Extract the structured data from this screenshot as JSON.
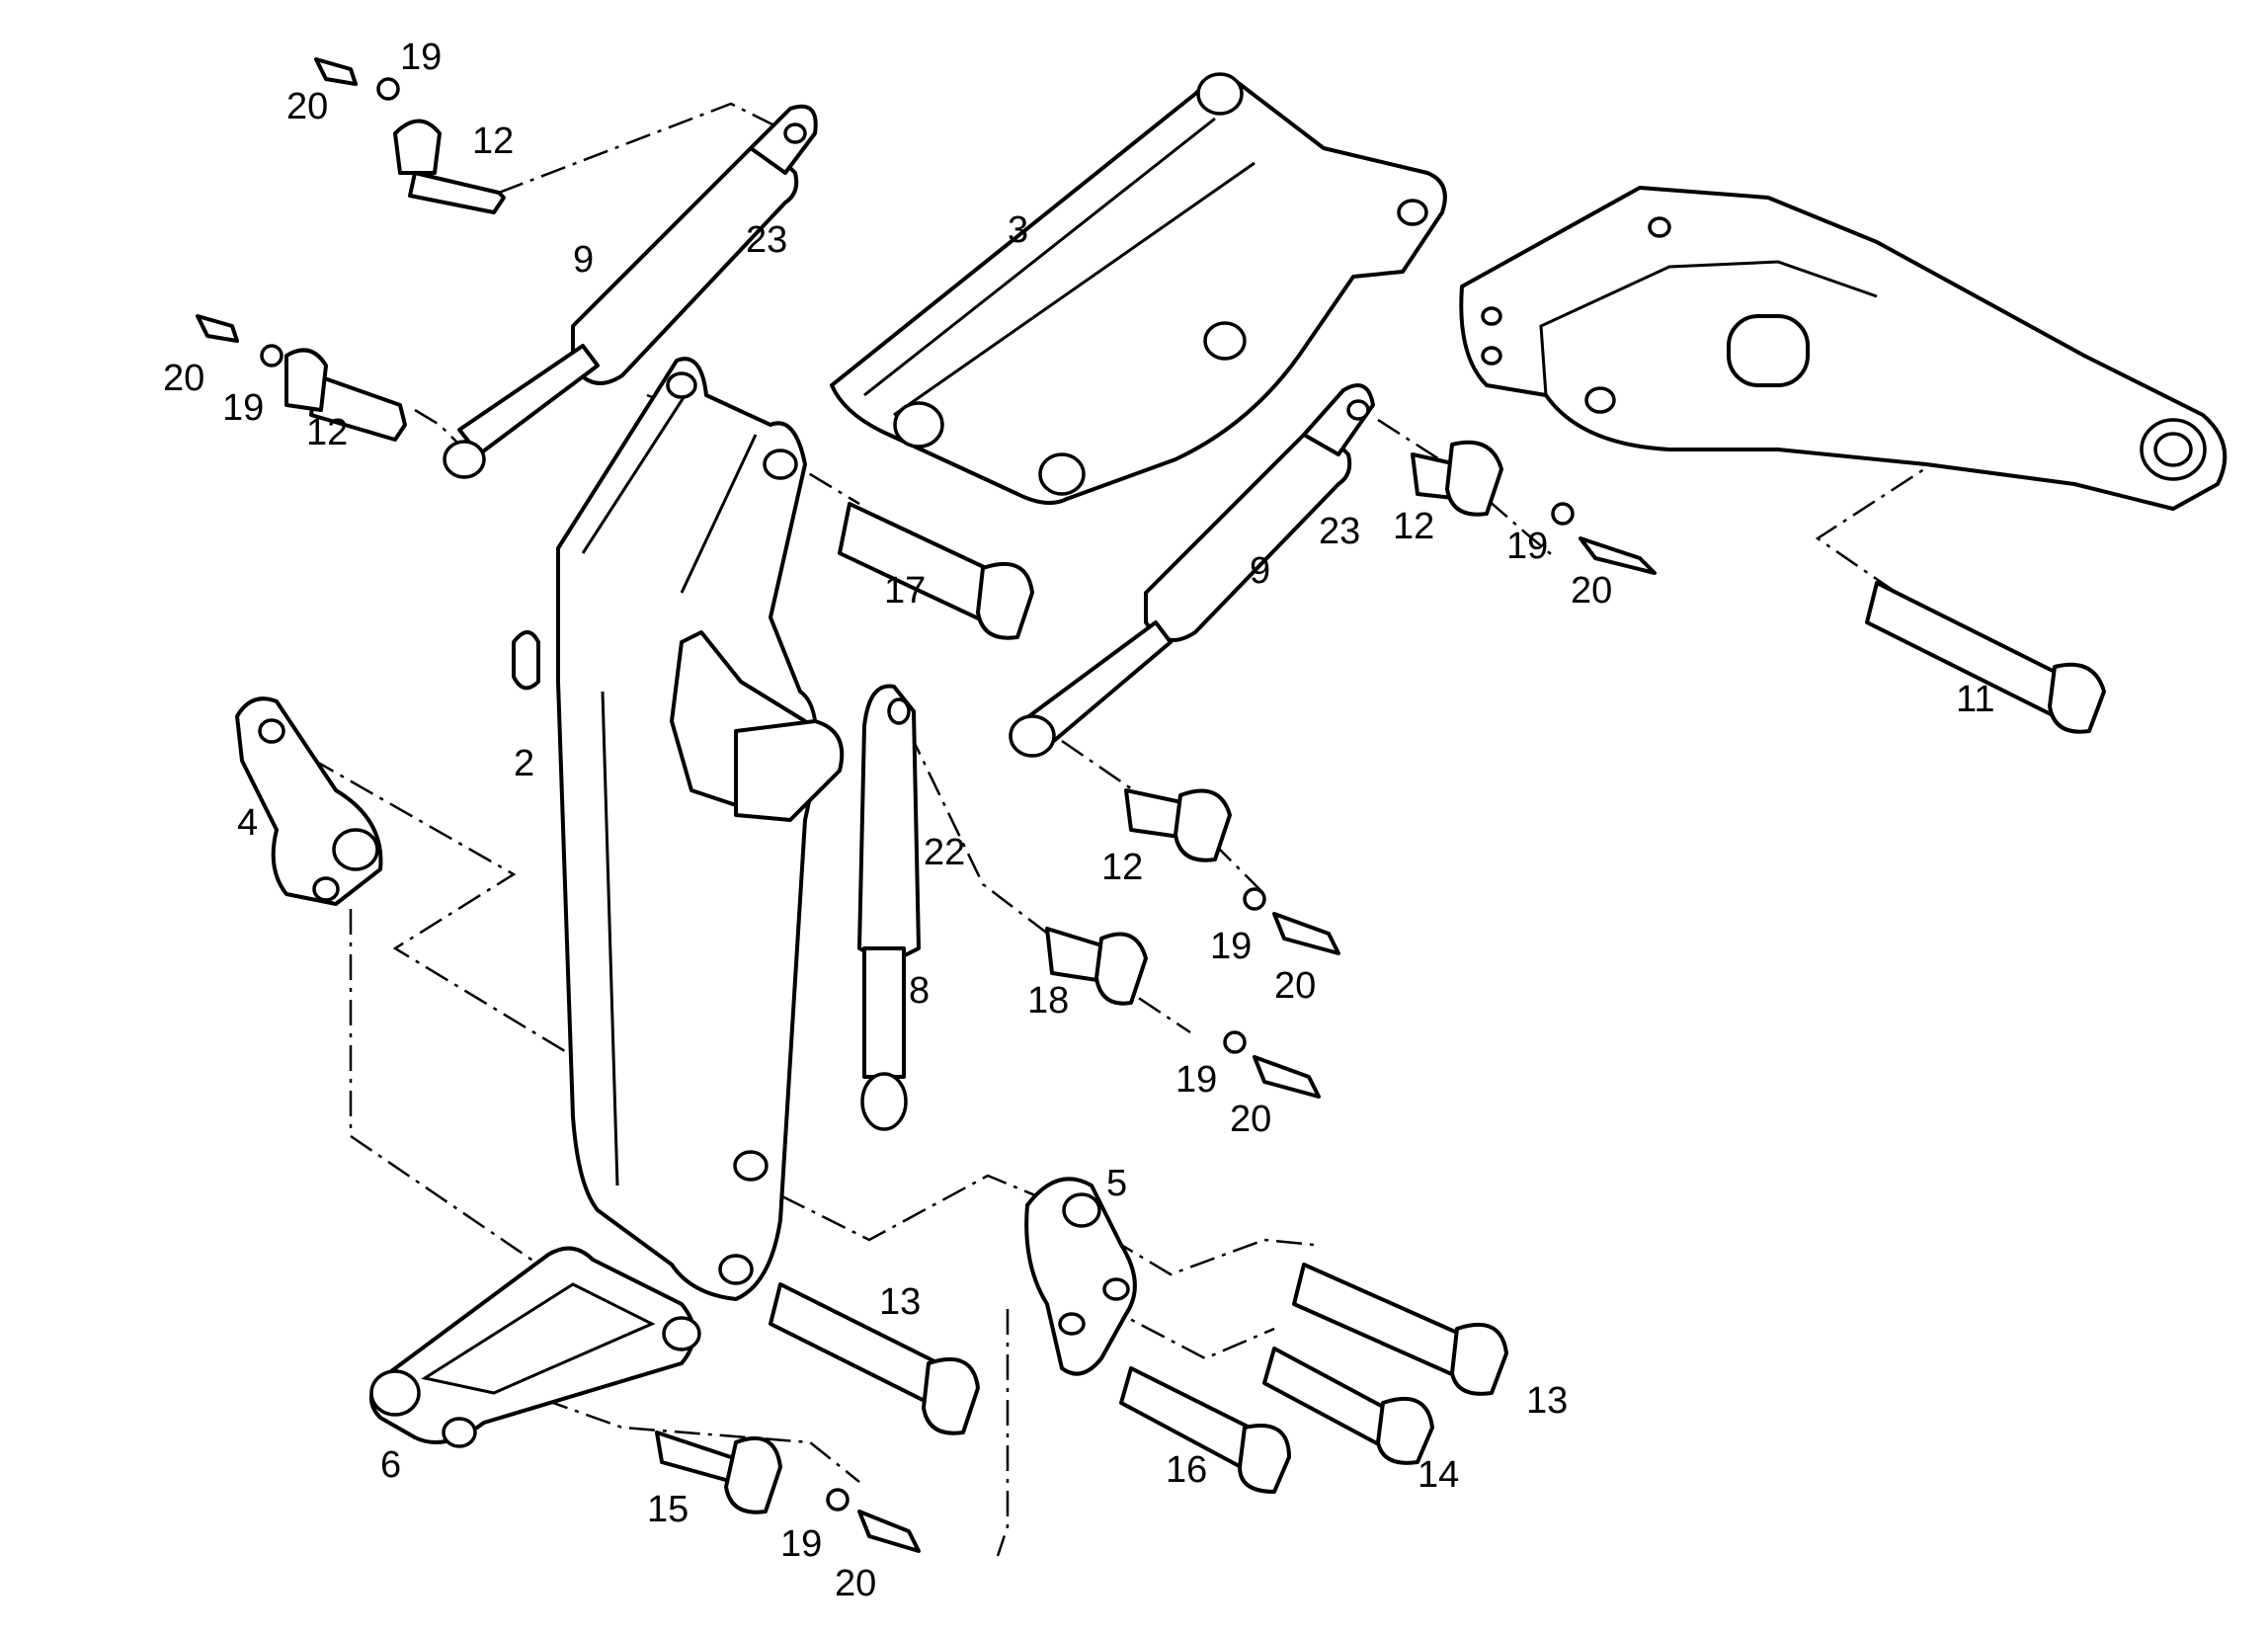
{
  "callouts": {
    "c2": "2",
    "c3": "3",
    "c4": "4",
    "c5": "5",
    "c6": "6",
    "c8": "8",
    "c9a": "9",
    "c9b": "9",
    "c11": "11",
    "c12a": "12",
    "c12b": "12",
    "c12c": "12",
    "c12d": "12",
    "c13a": "13",
    "c13b": "13",
    "c14": "14",
    "c15": "15",
    "c16": "16",
    "c17": "17",
    "c18": "18",
    "c19a": "19",
    "c19b": "19",
    "c19c": "19",
    "c19d": "19",
    "c19e": "19",
    "c19f": "19",
    "c20a": "20",
    "c20b": "20",
    "c20c": "20",
    "c20d": "20",
    "c20e": "20",
    "c20f": "20",
    "c22": "22",
    "c23a": "23",
    "c23b": "23"
  }
}
